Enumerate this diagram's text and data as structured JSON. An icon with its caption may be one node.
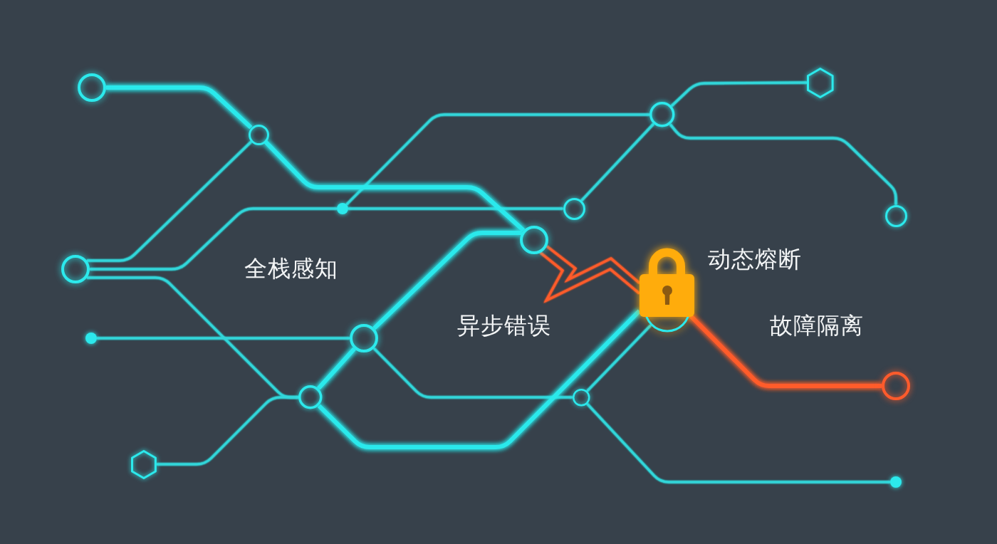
{
  "diagram": {
    "nodes": [
      {
        "text": [],
        "shape": "circle"
      },
      {
        "text": [],
        "shape": "hexagon"
      },
      {
        "text": [],
        "shape": "circle"
      },
      {
        "text": [],
        "shape": "circle"
      },
      {
        "text": [],
        "shape": "dot"
      },
      {
        "text": [],
        "shape": "circle"
      },
      {
        "text": [],
        "shape": "circle"
      },
      {
        "text": [],
        "shape": "circle"
      },
      {
        "text": [],
        "shape": "circle"
      },
      {
        "text": [],
        "shape": "picture",
        "beside": [
          "动态熔断"
        ]
      },
      {
        "text": [],
        "shape": "dot"
      },
      {
        "text": [],
        "shape": "circle"
      },
      {
        "text": [],
        "shape": "circle"
      },
      {
        "text": [],
        "shape": "circle"
      },
      {
        "text": [],
        "shape": "circle"
      },
      {
        "text": [],
        "shape": "hexagon"
      },
      {
        "text": [],
        "shape": "dot"
      }
    ],
    "edges": [
      {
        "from": 0,
        "to": 3,
        "arrow": "none",
        "style": "thick"
      },
      {
        "from": 3,
        "to": 7,
        "arrow": "none",
        "style": "thick"
      },
      {
        "from": 8,
        "to": 3,
        "arrow": "none"
      },
      {
        "from": 8,
        "to": 4,
        "arrow": "none"
      },
      {
        "from": 4,
        "to": 5,
        "arrow": "none"
      },
      {
        "from": 4,
        "to": 2,
        "arrow": "none"
      },
      {
        "from": 5,
        "to": 2,
        "arrow": "none"
      },
      {
        "from": 2,
        "to": 1,
        "arrow": "none"
      },
      {
        "from": 2,
        "to": 6,
        "arrow": "none"
      },
      {
        "from": 8,
        "to": 13,
        "arrow": "none"
      },
      {
        "from": 10,
        "to": 11,
        "arrow": "none"
      },
      {
        "from": 15,
        "to": 13,
        "arrow": "none"
      },
      {
        "from": 7,
        "to": 11,
        "arrow": "none",
        "style": "thick"
      },
      {
        "from": 11,
        "to": 13,
        "arrow": "none",
        "style": "thick"
      },
      {
        "from": 13,
        "to": 9,
        "arrow": "none",
        "style": "thick"
      },
      {
        "from": 11,
        "to": 14,
        "arrow": "none"
      },
      {
        "from": 14,
        "to": 9,
        "arrow": "none"
      },
      {
        "from": 14,
        "to": 16,
        "arrow": "none"
      },
      {
        "from": 7,
        "to": 9,
        "arrow": "none",
        "color": "#ff5b2c"
      },
      {
        "from": 9,
        "to": 12,
        "arrow": "none",
        "style": "thick",
        "color": "#ff5b2c"
      }
    ],
    "labels": [
      "全栈感知",
      "异步错误",
      "故障隔离"
    ]
  }
}
